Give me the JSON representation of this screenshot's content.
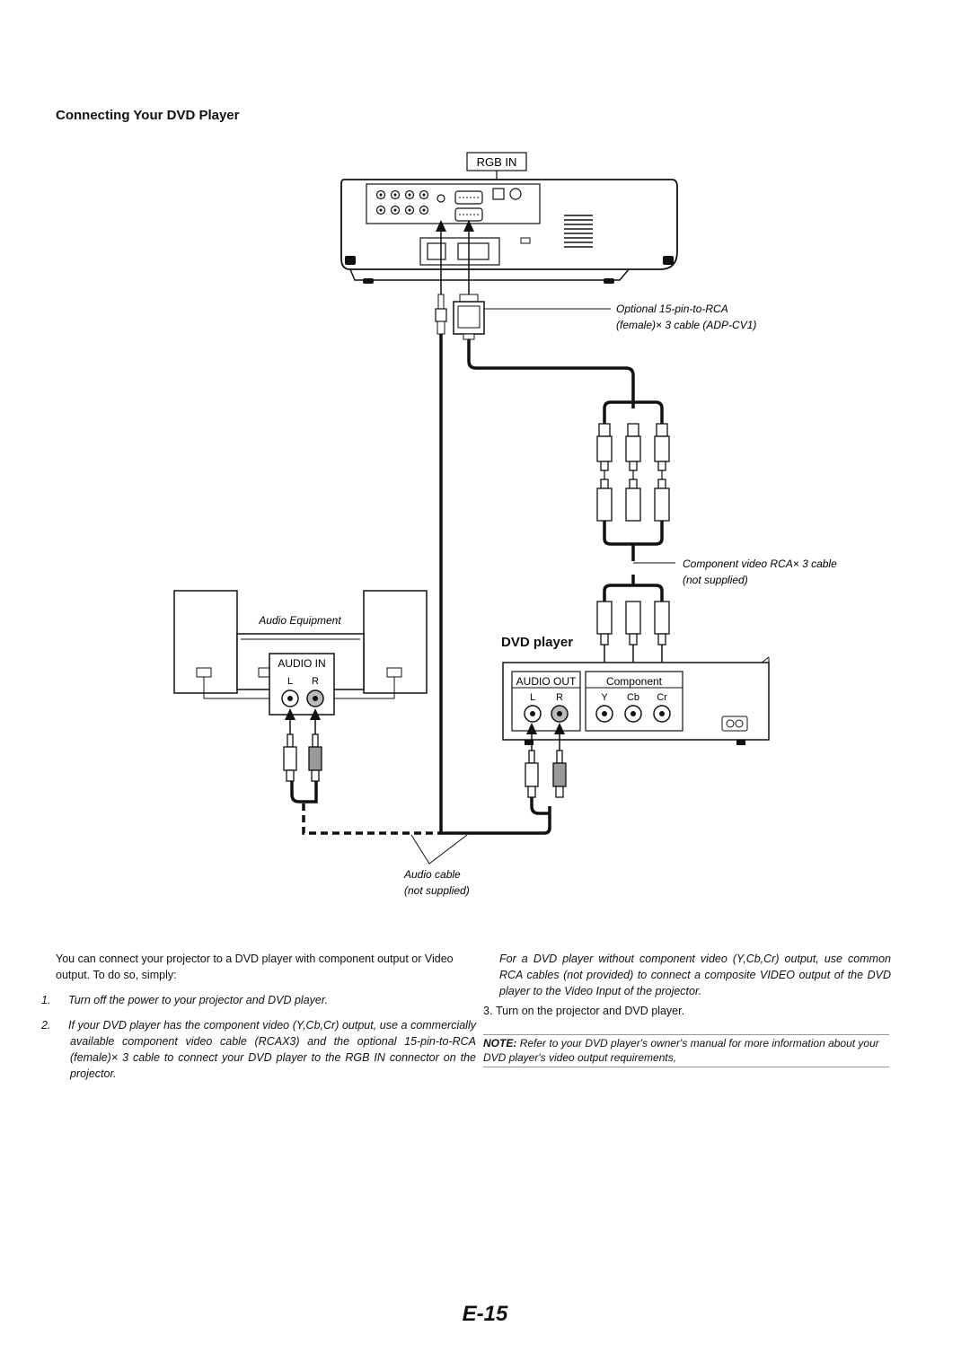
{
  "heading": "Connecting Your DVD Player",
  "diagram": {
    "rgb_in_label": "RGB IN",
    "optional_cable_line1": "Optional 15-pin-to-RCA",
    "optional_cable_line2": "(female)× 3 cable (ADP-CV1)",
    "component_cable_line1": "Component video RCA× 3 cable",
    "component_cable_line2": "(not supplied)",
    "audio_equipment_label": "Audio Equipment",
    "audio_in_label": "AUDIO IN",
    "audio_in_l": "L",
    "audio_in_r": "R",
    "dvd_player_title": "DVD player",
    "audio_out_label": "AUDIO OUT",
    "component_label": "Component",
    "audio_out_l": "L",
    "audio_out_r": "R",
    "comp_y": "Y",
    "comp_cb": "Cb",
    "comp_cr": "Cr",
    "audio_cable_line1": "Audio cable",
    "audio_cable_line2": "(not supplied)"
  },
  "body": {
    "intro": "You can connect your projector to a DVD player with component output or Video output. To do so, simply:",
    "step1_num": "1.",
    "step1": "Turn off the power to your projector and DVD player.",
    "step2_num": "2.",
    "step2": "If your DVD player has the component video (Y,Cb,Cr) output, use a commercially available component video cable (RCAX3) and the optional 15-pin-to-RCA (female)× 3 cable to connect your DVD player to the RGB IN connector on the projector.",
    "composite_note": "For a DVD player without component video (Y,Cb,Cr) output, use common RCA cables (not provided) to connect a composite VIDEO output of the DVD player to the Video Input of the projector.",
    "step3_num": "3.",
    "step3": "Turn on the projector and DVD player.",
    "note_label": "NOTE:",
    "note_text": "Refer to your DVD player's owner's manual for more information about your DVD player's video output requirements,"
  },
  "page_number": "E-15"
}
